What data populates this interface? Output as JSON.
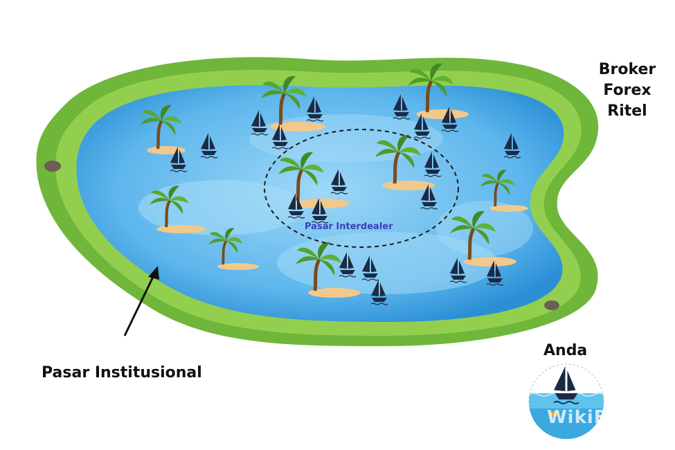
{
  "labels": {
    "broker_lines": [
      "Broker",
      "Forex",
      "Ritel"
    ],
    "institutional": "Pasar Institusional",
    "interdealer": "Pasar Interdealer",
    "you": "Anda",
    "watermark": "WikiFX"
  },
  "colors": {
    "grass_dark": "#6fb63a",
    "grass_light": "#93cf4e",
    "water_dark": "#2c8fd6",
    "water_light": "#7cc6f1",
    "sand": "#f2c98a",
    "boat": "#1c2a44"
  }
}
